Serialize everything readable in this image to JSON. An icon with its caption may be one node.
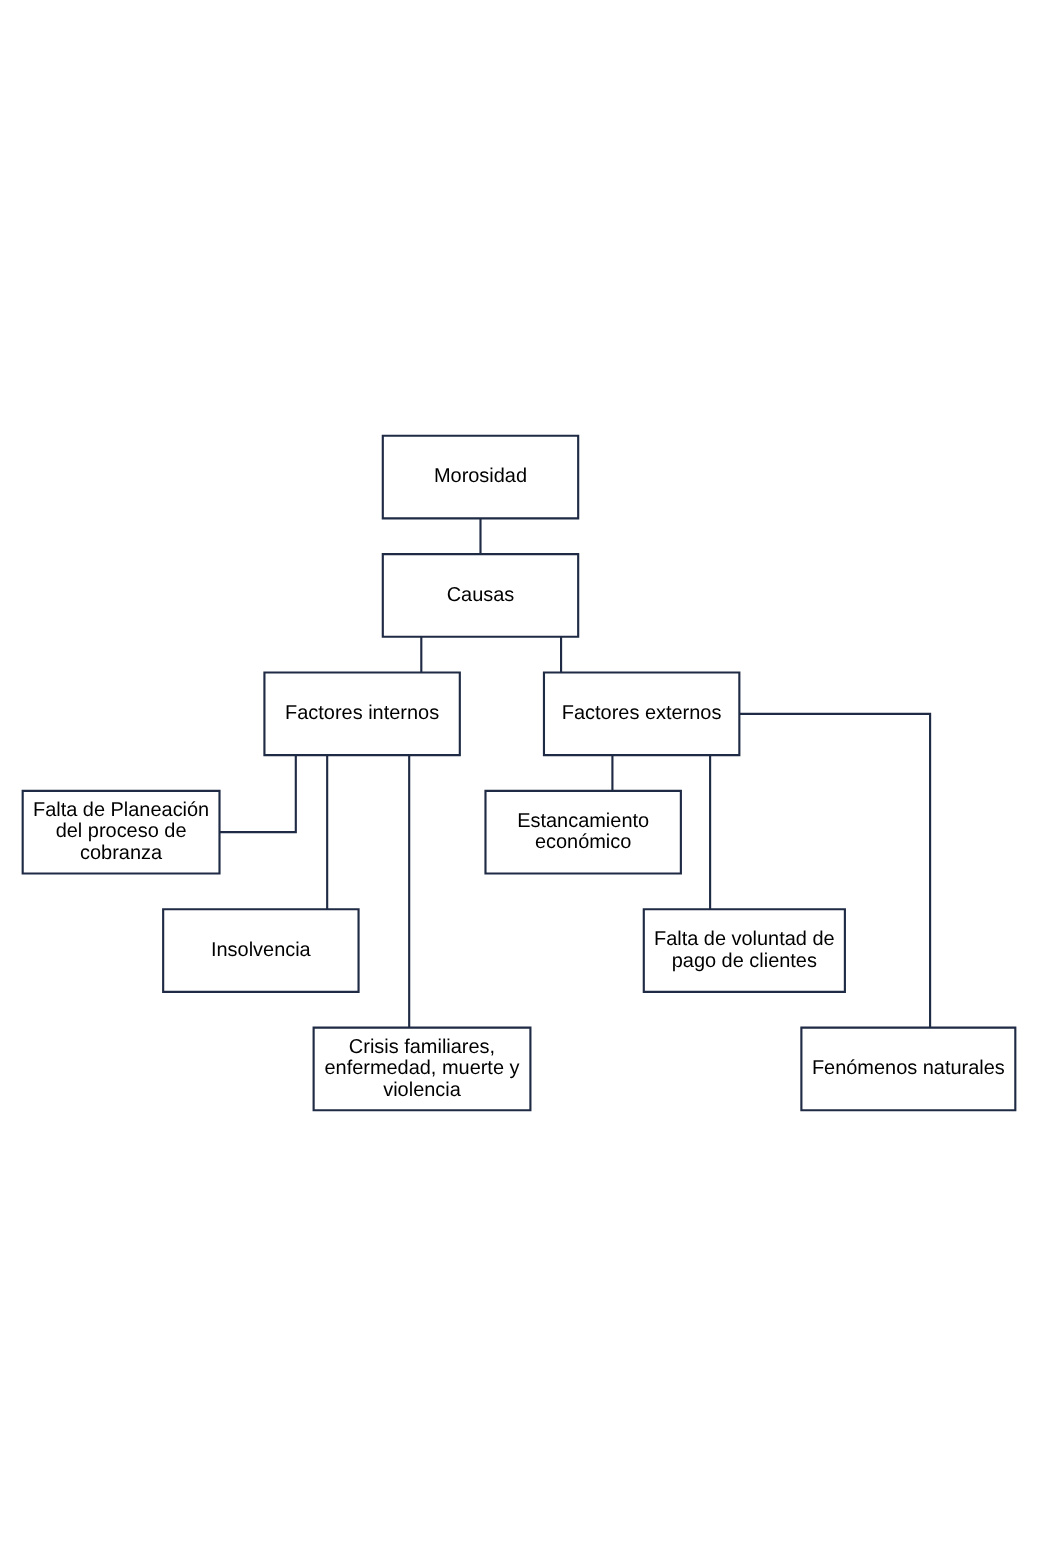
{
  "diagram": {
    "nodes": [
      {
        "text": [
          "Morosidad"
        ]
      },
      {
        "text": [
          "Causas"
        ]
      },
      {
        "text": [
          "Factores internos"
        ]
      },
      {
        "text": [
          "Factores externos"
        ]
      },
      {
        "text": [
          "Falta de Planeación del proceso de cobranza"
        ]
      },
      {
        "text": [
          "Insolvencia"
        ]
      },
      {
        "text": [
          "Crisis familiares, enfermedad, muerte y violencia"
        ]
      },
      {
        "text": [
          "Estancamiento económico"
        ]
      },
      {
        "text": [
          "Falta de voluntad de pago de clientes"
        ]
      },
      {
        "text": [
          "Fenómenos naturales"
        ]
      }
    ],
    "edges": [
      {
        "from": 0,
        "to": 1,
        "arrow": "none"
      },
      {
        "from": 1,
        "to": 2,
        "arrow": "none"
      },
      {
        "from": 1,
        "to": 3,
        "arrow": "none"
      },
      {
        "from": 2,
        "to": 4,
        "arrow": "none"
      },
      {
        "from": 2,
        "to": 5,
        "arrow": "none"
      },
      {
        "from": 2,
        "to": 6,
        "arrow": "none"
      },
      {
        "from": 3,
        "to": 7,
        "arrow": "none"
      },
      {
        "from": 3,
        "to": 8,
        "arrow": "none"
      },
      {
        "from": 3,
        "to": 9,
        "arrow": "none"
      }
    ]
  }
}
